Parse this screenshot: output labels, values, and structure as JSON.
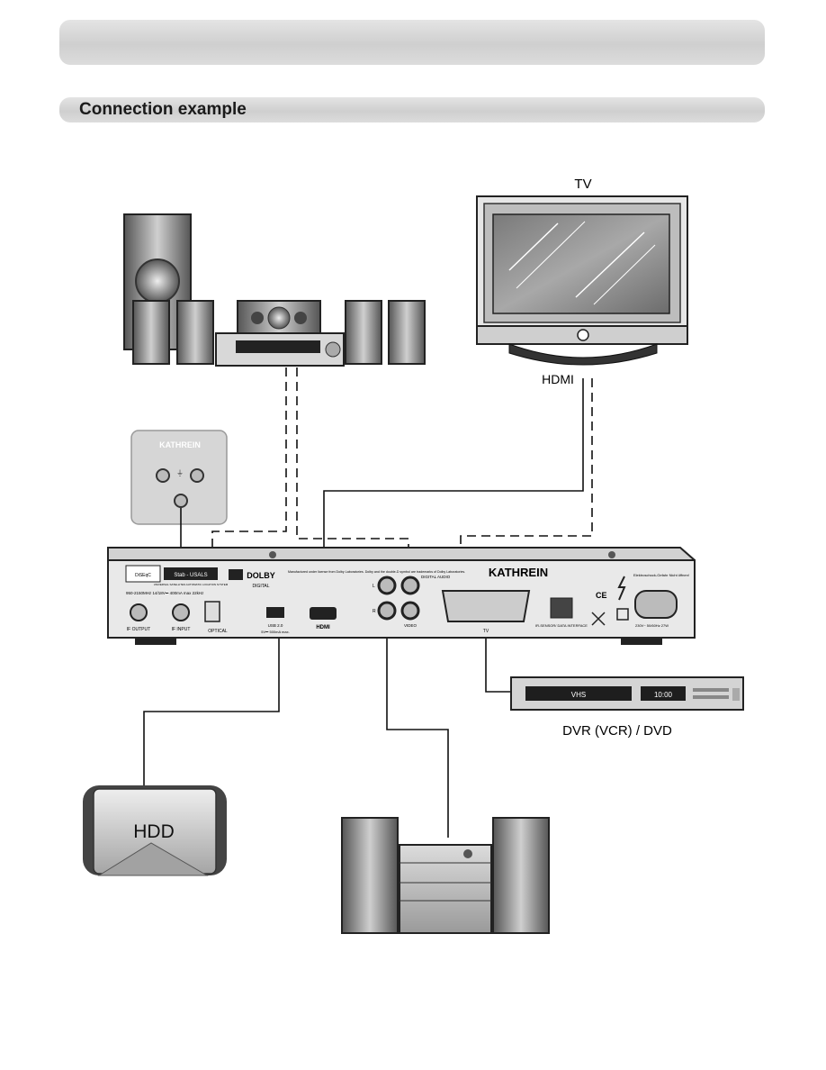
{
  "header": {
    "title": ""
  },
  "section": {
    "title": "Connection example"
  },
  "devices": {
    "tv": "TV",
    "hdmi": "HDMI",
    "dvr": "DVR (VCR) / DVD",
    "hdd": "HDD",
    "wall_socket_brand": "KATHREIN",
    "vhs_display": "VHS",
    "clock_display": "10:00"
  },
  "receiver": {
    "brand": "KATHREIN",
    "sat_badge": "Stab - USALS",
    "sat_badge_sub": "UNIVERSAL SATELLITES AUTOMATIC LOCATION SYSTEM",
    "diseqc": "DiSEqC",
    "if_spec": "950-2150MHz 14/18V⎓ 400mA max 22kHz",
    "if_output": "IF OUTPUT",
    "if_input": "IF INPUT",
    "optical": "OPTICAL",
    "dolby": "DOLBY",
    "dolby_sub": "DIGITAL",
    "dolby_note": "Manufactured under license from Dolby Laboratories. Dolby and the double-D symbol are trademarks of Dolby Laboratories.",
    "usb": "USB 2.0",
    "usb_spec": "5V⎓ 500mA max.",
    "hdmi": "HDMI",
    "audio_l": "L",
    "audio_r": "R",
    "digital_audio": "DIGITAL AUDIO",
    "video": "VIDEO",
    "tv_port": "TV",
    "ir_sensor": "IR-SENSOR/ DATA INTERFACE",
    "power": "230V~ 50/60Hz 27W",
    "warning": "Elektroschock-Gefahr Nicht öffnen!",
    "ce": "CE"
  }
}
